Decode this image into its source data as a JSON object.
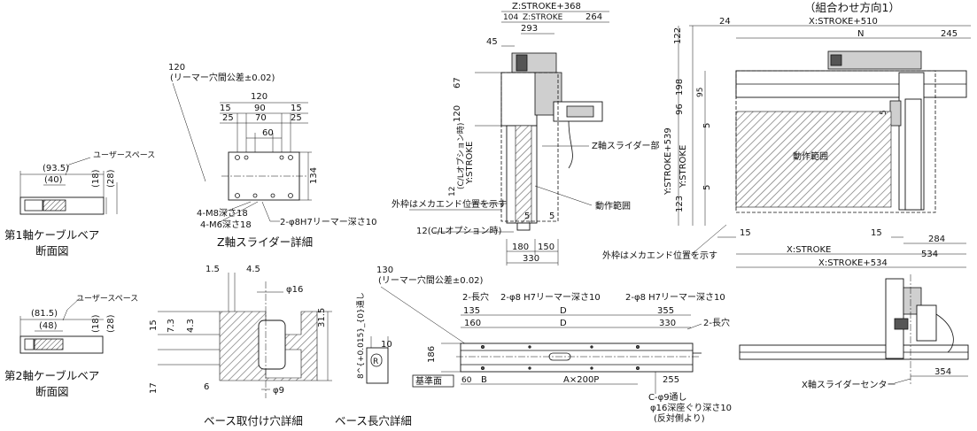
{
  "direction_label": "（組合わせ方向1）",
  "cable1": {
    "title": "第1軸ケーブルベア",
    "subtitle": "断面図",
    "user_space": "ユーザースペース",
    "w_outer": "(93.5)",
    "w_inner": "(40)",
    "h1": "(18)",
    "h2": "(28)"
  },
  "cable2": {
    "title": "第2軸ケーブルベア",
    "subtitle": "断面図",
    "user_space": "ユーザースペース",
    "w_outer": "(81.5)",
    "w_inner": "(48)",
    "h1": "(18)",
    "h2": "(28)"
  },
  "zslider": {
    "title": "Z軸スライダー詳細",
    "pitch_note1": "120",
    "pitch_note2": "(リーマー穴間公差±0.02)",
    "d120": "120",
    "d15a": "15",
    "d90": "90",
    "d15b": "15",
    "d25a": "25",
    "d70": "70",
    "d25b": "25",
    "d60": "60",
    "d134": "134",
    "m8": "4-M8深さ18",
    "m6": "4-M6深さ18",
    "pin": "2-φ8H7リーマー深さ10"
  },
  "mount": {
    "title": "ベース取付け穴詳細",
    "d15": "1.5",
    "d45": "4.5",
    "phi16": "φ16",
    "h15": "15",
    "h73": "7.3",
    "h43": "4.3",
    "h315": "31.5",
    "h17": "17",
    "d6": "6",
    "phi9": "φ9"
  },
  "slot": {
    "title": "ベース長穴詳細",
    "d10": "10",
    "tol": "8^{+0.015}_{0}通し",
    "r": "R"
  },
  "front": {
    "z_stroke_368": "Z:STROKE+368",
    "z104": "104",
    "zstroke": "Z:STROKE",
    "d264": "264",
    "d293": "293",
    "d45": "45",
    "d67": "67",
    "d120": "120",
    "cl_note": "(C/Lオプション時)",
    "d12": "12",
    "y_stroke": "Y:STROKE",
    "z_slider_part": "Z軸スライダー部",
    "mech_end": "外枠はメカエンド位置を示す",
    "motion": "動作範囲",
    "d5": "5",
    "cl12": "12(C/Lオプション時)",
    "d180": "180",
    "d150": "150",
    "d330": "330"
  },
  "top": {
    "x_stroke_510": "X:STROKE+510",
    "d24": "24",
    "n": "N",
    "d245": "245",
    "d122": "122",
    "d198": "198",
    "d95": "95",
    "d96": "96",
    "d5a": "5",
    "d5b": "5",
    "d123": "123",
    "d5c": "5",
    "y_stroke_539": "Y:STROKE+539",
    "y_stroke": "Y:STROKE",
    "range": "動作範囲",
    "d15l": "15",
    "d15r": "15",
    "d284": "284",
    "x_stroke": "X:STROKE",
    "d534": "534",
    "x_stroke_534": "X:STROKE+534",
    "mech_end": "外枠はメカエンド位置を示す"
  },
  "base": {
    "pitch130": "130",
    "pitch_tol": "(リーマー穴間公差±0.02)",
    "slot2a": "2-長穴",
    "pin_left": "2-φ8 H7リーマー深さ10",
    "pin_right": "2-φ8 H7リーマー深さ10",
    "slot2b": "2-長穴",
    "d135": "135",
    "d160": "160",
    "dD1": "D",
    "dD2": "D",
    "d355": "355",
    "d330": "330",
    "d186": "186",
    "ref": "基準面",
    "d60": "60",
    "b": "B",
    "a200p": "A×200P",
    "d255": "255",
    "holes1": "C-φ9通し",
    "holes2": "φ16深座ぐり深さ10",
    "holes3": "(反対側より)"
  },
  "side": {
    "x_slider_center": "X軸スライダーセンター",
    "d354": "354"
  }
}
